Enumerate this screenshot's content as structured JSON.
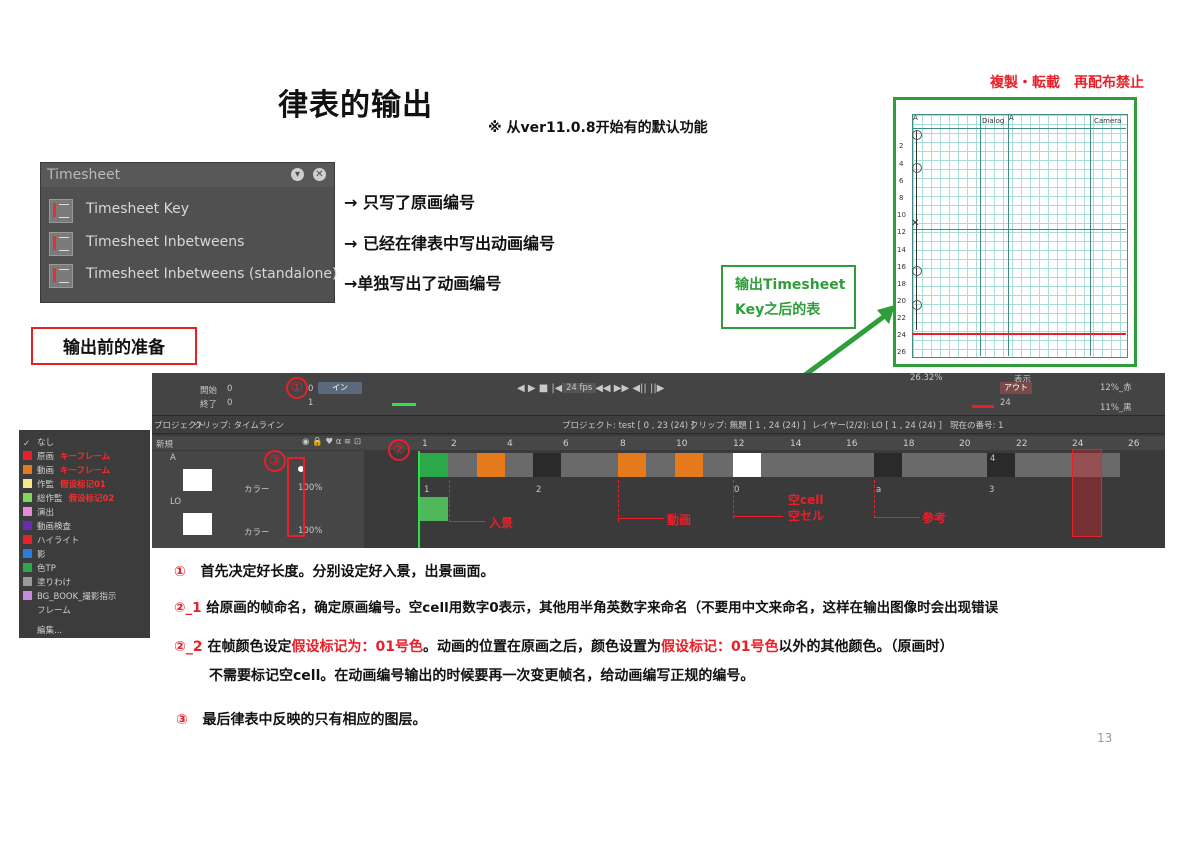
{
  "header": {
    "title": "律表的输出",
    "note": "※ 从ver11.0.8开始有的默认功能",
    "copyright": "複製・転載　再配布禁止"
  },
  "timesheet_menu": {
    "title": "Timesheet",
    "items": [
      {
        "label": "Timesheet Key",
        "desc": "→ 只写了原画编号"
      },
      {
        "label": "Timesheet Inbetweens",
        "desc": "→ 已经在律表中写出动画编号"
      },
      {
        "label": "Timesheet Inbetweens (standalone)",
        "desc": "→单独写出了动画编号"
      }
    ]
  },
  "prep_label": "输出前的准备",
  "callout": {
    "line1": "输出Timesheet",
    "line2": "Key之后的表"
  },
  "sheet": {
    "col_a": "A",
    "dialog": "Dialog",
    "camera": "Camera",
    "rows": [
      "2",
      "4",
      "6",
      "8",
      "10",
      "12",
      "14",
      "16",
      "18",
      "20",
      "22",
      "24",
      "26"
    ]
  },
  "color_list": {
    "items": [
      {
        "label": "なし",
        "color": "",
        "tag": ""
      },
      {
        "label": "原画",
        "color": "#e8202a",
        "tag": "キーフレーム"
      },
      {
        "label": "動画",
        "color": "#e47a1c",
        "tag": "キーフレーム"
      },
      {
        "label": "作監",
        "color": "#f3e88a",
        "tag": "假设标记01"
      },
      {
        "label": "総作監",
        "color": "#7ed957",
        "tag": "假设标记02"
      },
      {
        "label": "演出",
        "color": "#e68ad9",
        "tag": ""
      },
      {
        "label": "動画検査",
        "color": "#6a2ab8",
        "tag": ""
      },
      {
        "label": "ハイライト",
        "color": "#e8202a",
        "tag": ""
      },
      {
        "label": "影",
        "color": "#2a7de0",
        "tag": ""
      },
      {
        "label": "色TP",
        "color": "#2aa84a",
        "tag": ""
      },
      {
        "label": "塗りわけ",
        "color": "#9a9a9a",
        "tag": ""
      },
      {
        "label": "BG_BOOK_撮影指示",
        "color": "#c58ad9",
        "tag": ""
      },
      {
        "label": "フレーム",
        "color": "",
        "tag": ""
      },
      {
        "label": "編集...",
        "color": "",
        "tag": ""
      }
    ]
  },
  "timeline": {
    "left_labels": {
      "start": "開始",
      "end": "終了",
      "start_val": "0",
      "end_val": "0",
      "in": "イン",
      "in_val": "0",
      "out_val": "1"
    },
    "fps": "24 fps",
    "tabs": {
      "project": "プロジェクト",
      "clip": "クリップ: タイムライン"
    },
    "project_info": "プロジェクト: test [ 0 , 23 (24) ]",
    "clip_info": "クリップ: 無題 [ 1 , 24 (24) ]",
    "layer_info": "レイヤー(2/2): LO [ 1 , 24 (24) ]",
    "current": "現在の番号: 1",
    "display_label": "表示",
    "out_btn": "アウト",
    "out_val": "24",
    "zoom": "26.32%",
    "right_pct1": "12%_赤",
    "right_pct2": "11%_黒",
    "new_label": "新規",
    "layer_a": "A",
    "layer_lo": "LO",
    "color_label": "カラー",
    "opacity1": "100%",
    "opacity2": "100%",
    "frame_numbers": [
      "1",
      "2",
      "4",
      "6",
      "8",
      "10",
      "12",
      "14",
      "16",
      "18",
      "20",
      "22",
      "24",
      "26"
    ],
    "cell_labels": [
      "1",
      "2",
      "0",
      "a",
      "3",
      "4"
    ],
    "annot": {
      "entry": "入景",
      "inbetween": "動画",
      "empty1": "空cell",
      "empty2": "空セル",
      "ref": "参考"
    }
  },
  "markers": {
    "m1": "①",
    "m2": "②",
    "m3": "③"
  },
  "steps": {
    "s1_num": "①",
    "s1": "首先决定好长度。分别设定好入景，出景画面。",
    "s21_num": "②_1",
    "s21": "给原画的帧命名，确定原画编号。空cell用数字0表示，其他用半角英数字来命名（不要用中文来命名，这样在输出图像时会出现错误",
    "s22_num": "②_2",
    "s22_a": "在帧颜色设定",
    "s22_b": "假设标记为：01号色",
    "s22_c": "。动画的位置在原画之后，颜色设置为",
    "s22_d": "假设标记：01号色",
    "s22_e": "以外的其他颜色。（原画时）",
    "s22_line2": "不需要标记空cell。在动画编号输出的时候要再一次变更帧名，给动画编写正规的编号。",
    "s3_num": "③",
    "s3": "最后律表中反映的只有相应的图层。"
  },
  "page_number": "13"
}
